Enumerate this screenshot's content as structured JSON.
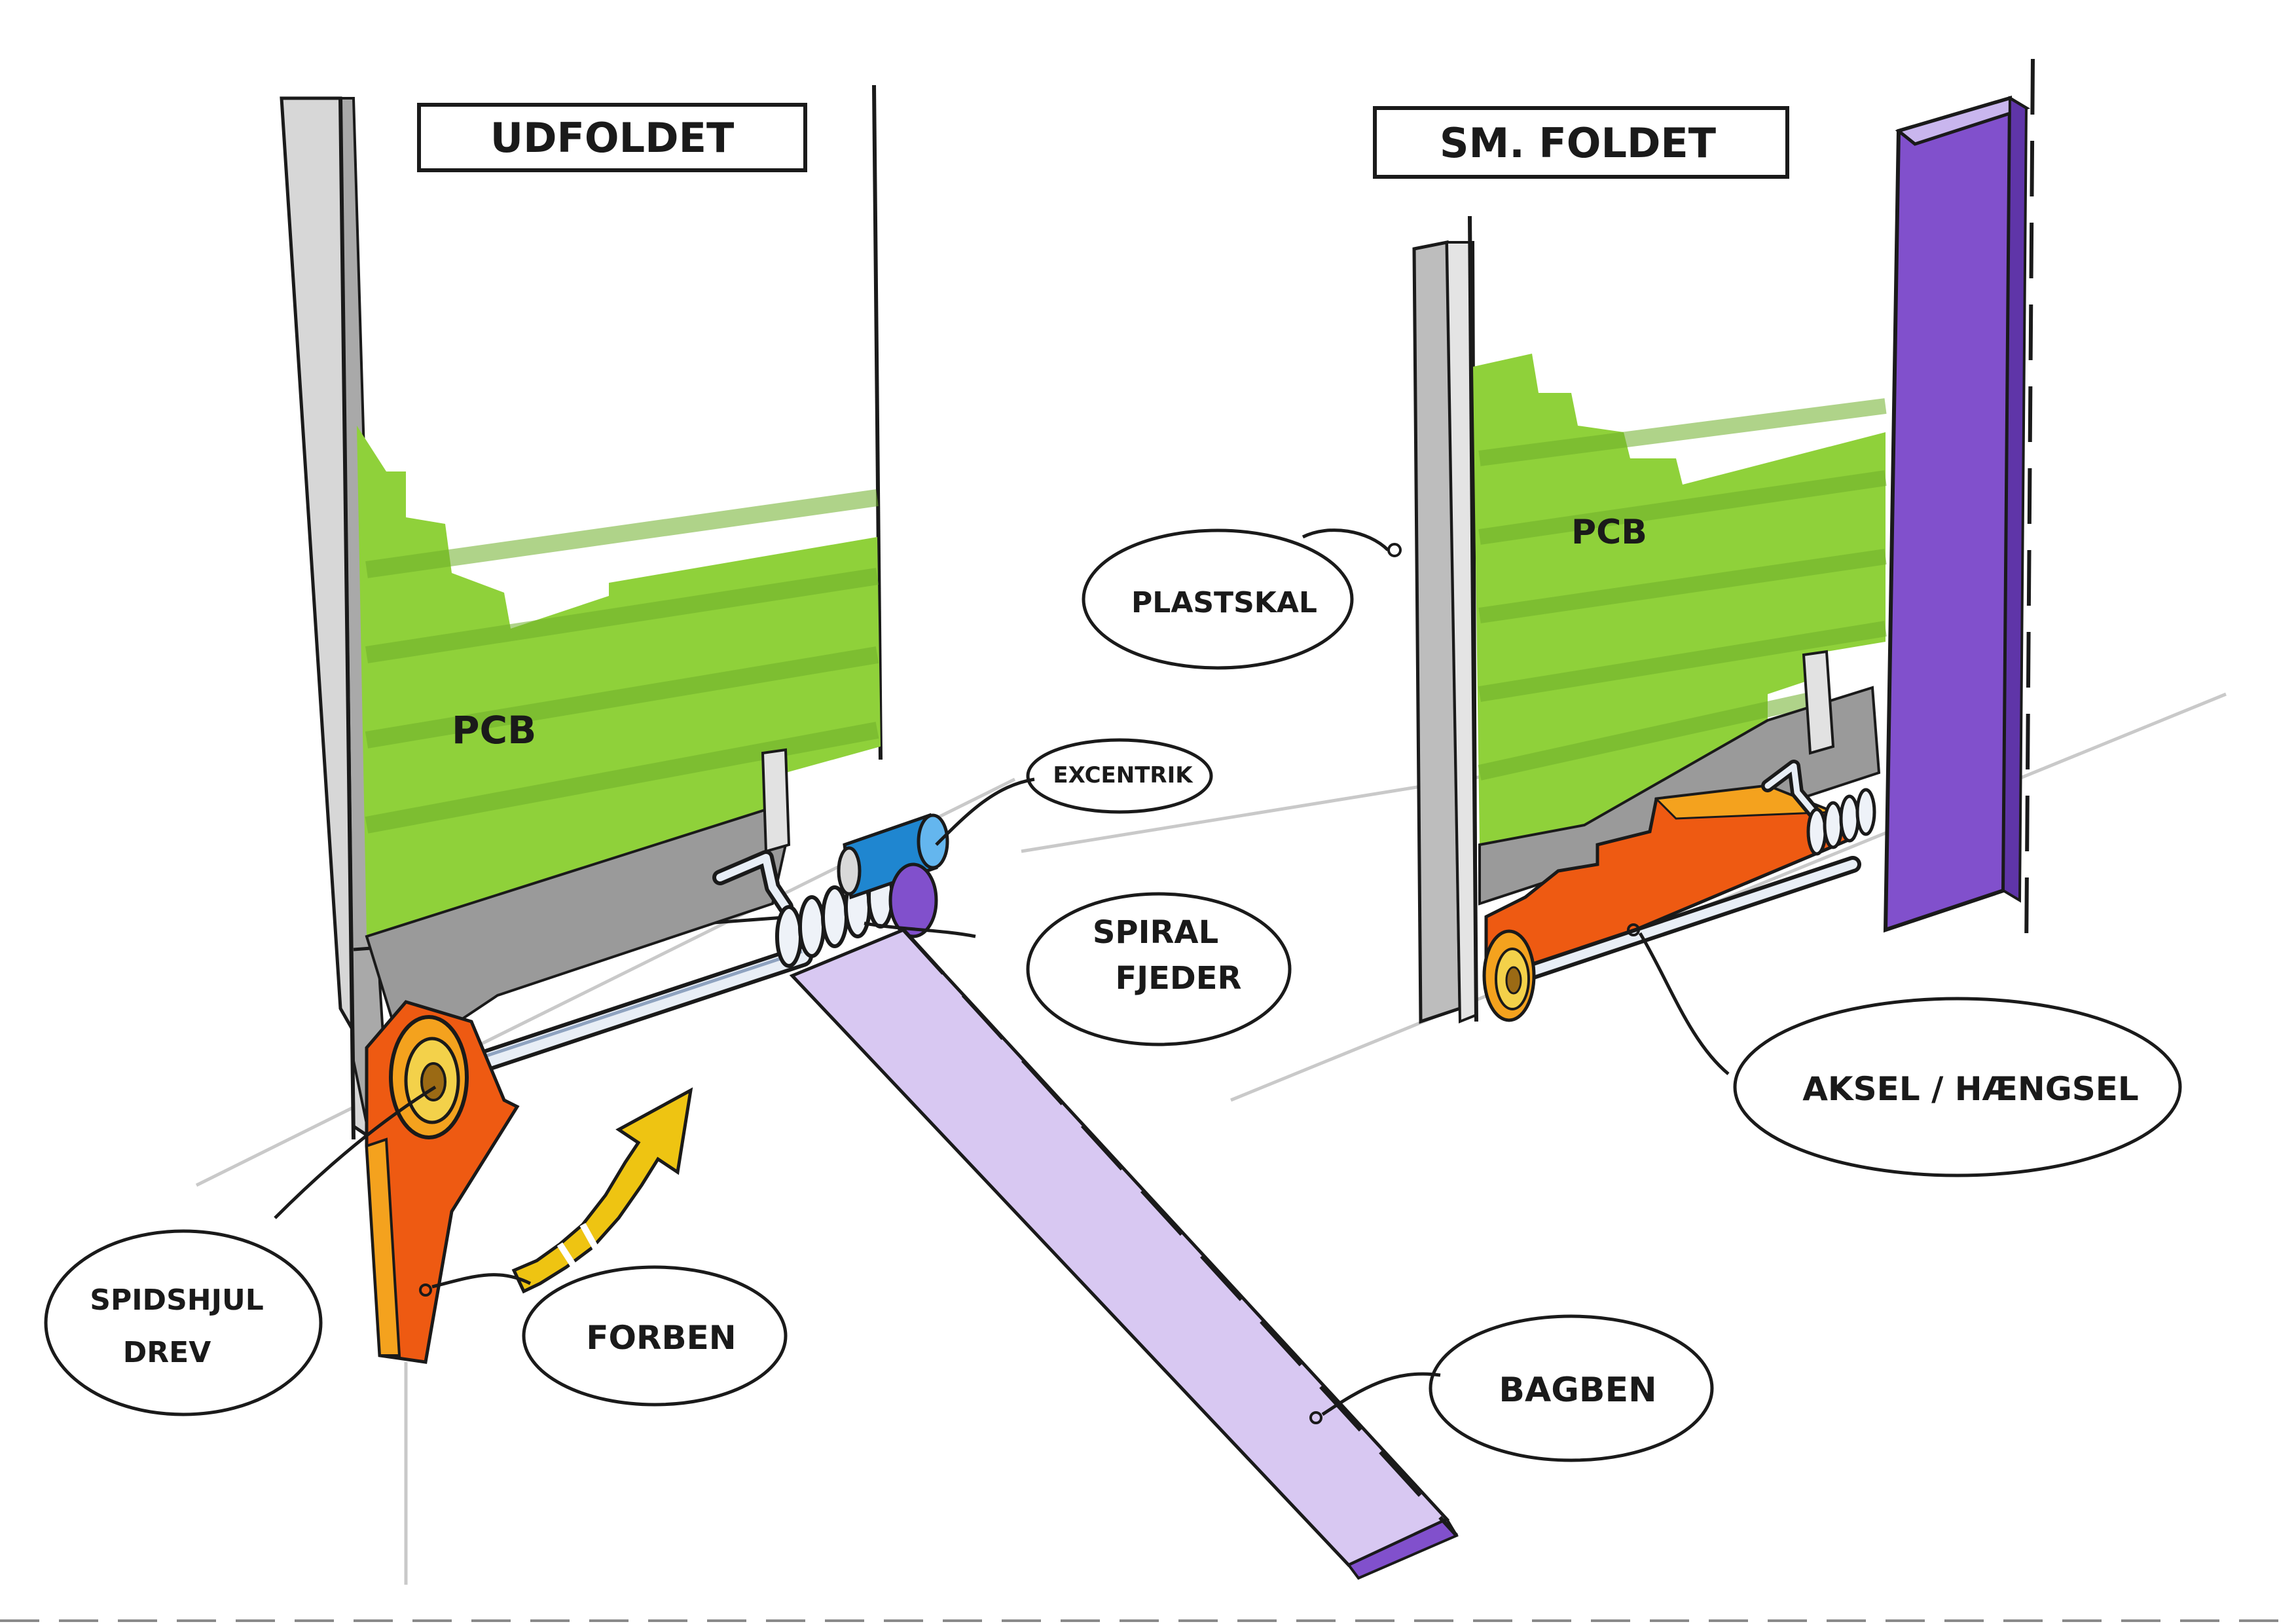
{
  "views": {
    "unfolded": {
      "title": "UDFOLDET"
    },
    "folded": {
      "title": "SM. FOLDET"
    }
  },
  "labels": {
    "pcb_left": "PCB",
    "pcb_right": "PCB",
    "eccentric": "EXCENTRIK",
    "spring_line1": "SPIRAL",
    "spring_line2": "FJEDER",
    "gear_line1": "SPIDSHJUL",
    "gear_line2": "DREV",
    "leg_front": "FORBEN",
    "leg_rear": "BAGBEN",
    "shell": "PLASTSKAL",
    "axle": "AKSEL / HÆNGSEL"
  },
  "colors": {
    "pcb_green": "#8fd13a",
    "pcb_green_dark": "#6fb02a",
    "leg_orange": "#ee5a12",
    "leg_yellow": "#f4a21e",
    "rear_leg_light": "#d8c8f2",
    "rear_leg_purple": "#8150cc",
    "eccentric_blue": "#1f86d0",
    "arrow_yellow": "#eec412",
    "frame_gray": "#b4b4b4",
    "ink": "#1a1a1a"
  }
}
